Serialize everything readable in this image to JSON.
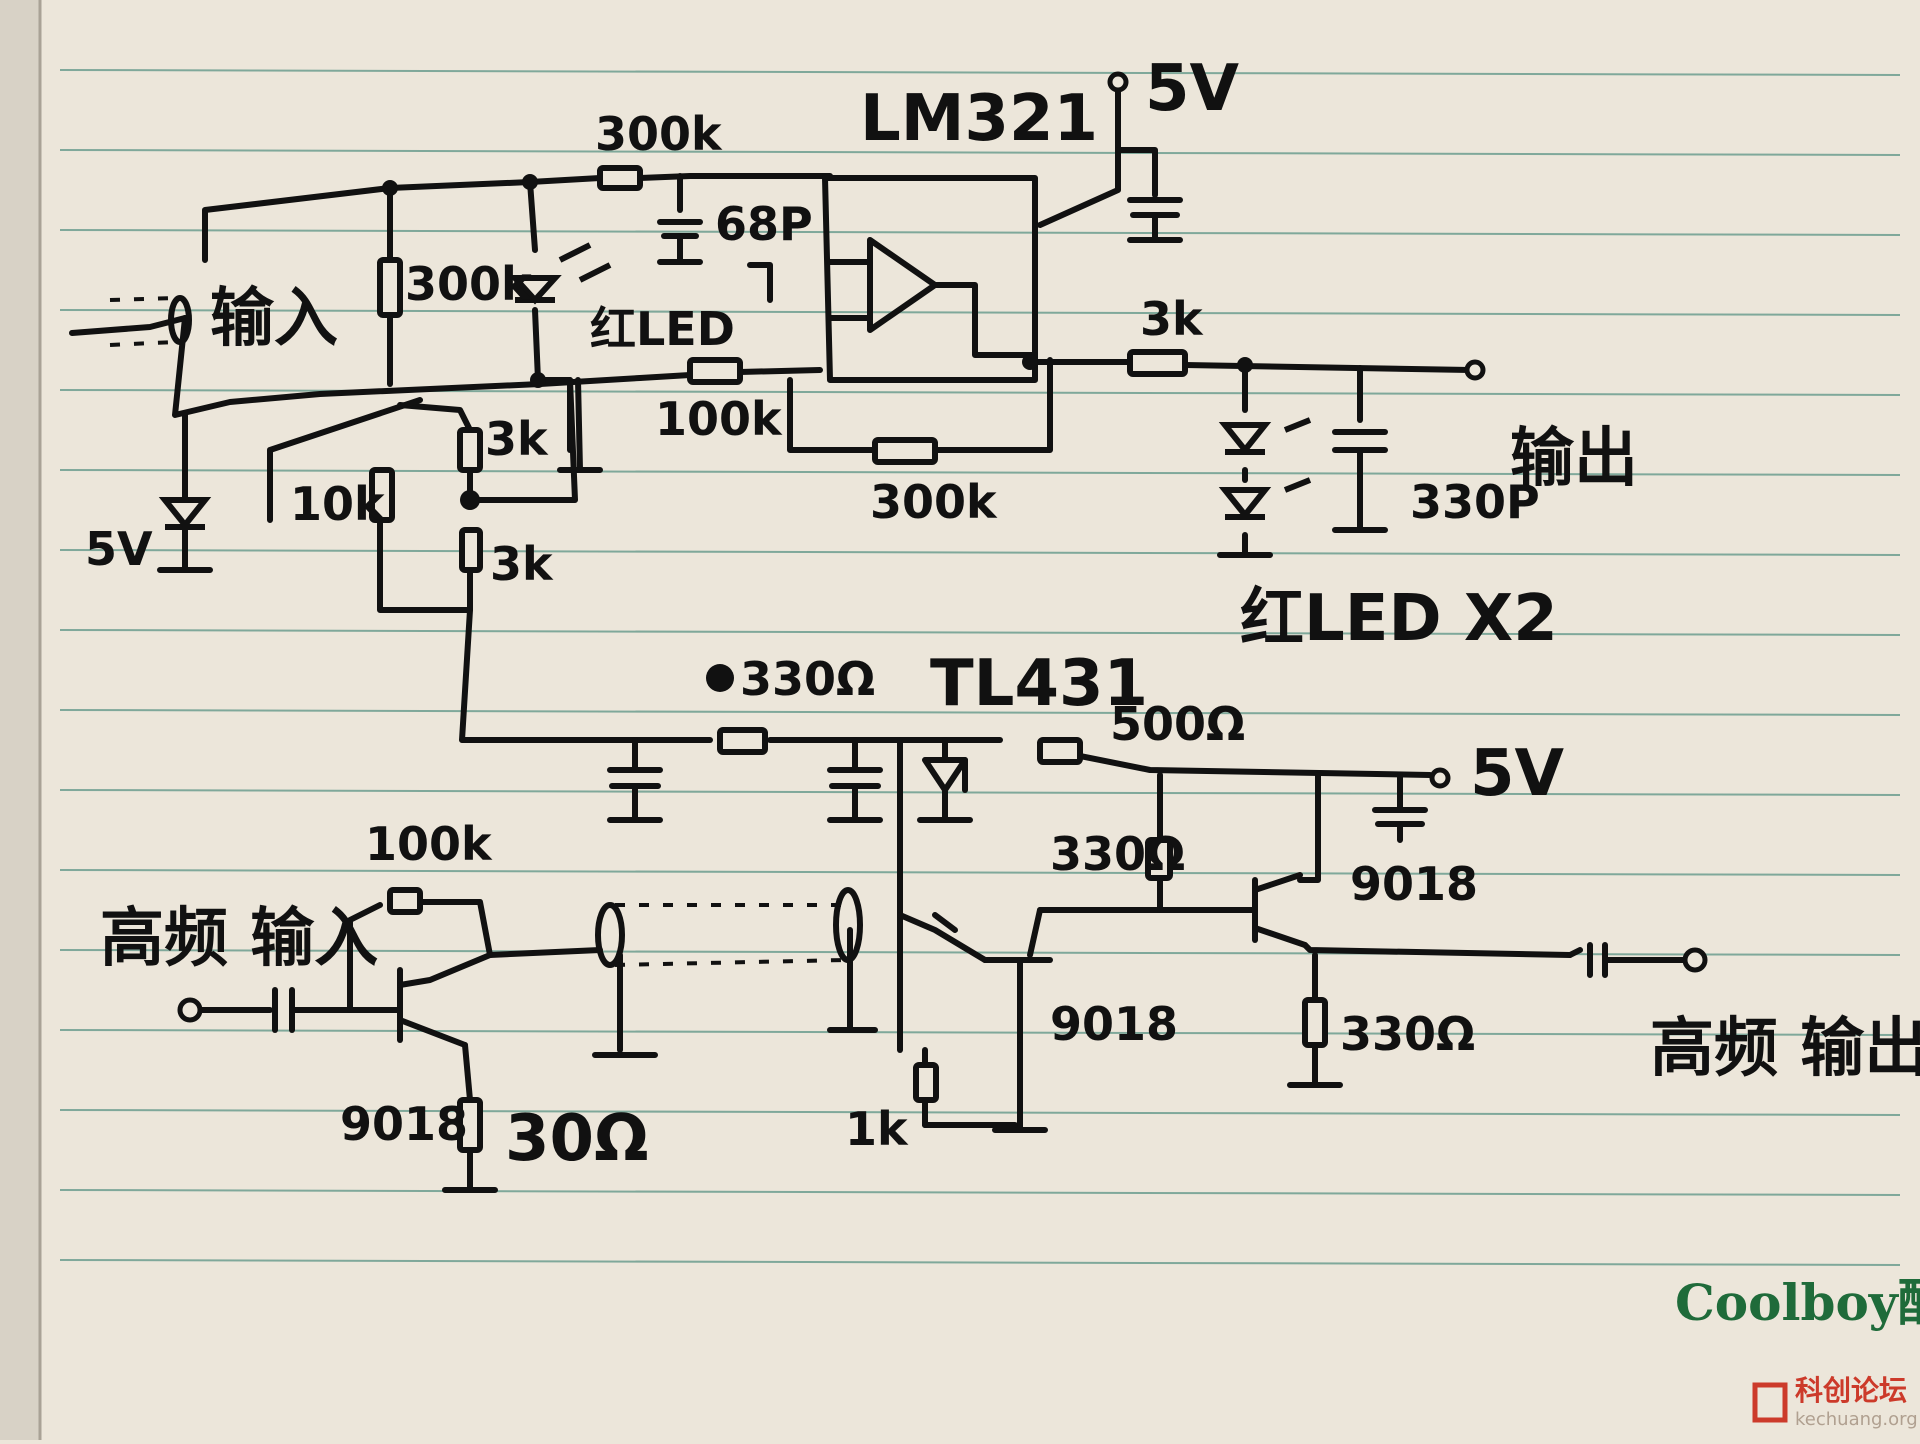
{
  "labels": {
    "r_300k_top": "300k",
    "opamp": "LM321",
    "vcc_top": "5V",
    "cap_68p": "68P",
    "r_300k_left": "300k",
    "input": "输入",
    "red_led": "红LED",
    "r_3k_out": "3k",
    "r_100k": "100k",
    "output": "输出",
    "r_300k_fb": "300k",
    "cap_330p": "330P",
    "red_led_x2": "红LED X2",
    "zener_5v": "5V",
    "pot_10k": "10k",
    "r_3k_a": "3k",
    "r_3k_b": "3k",
    "r_330_a": "330Ω",
    "tl431": "TL431",
    "r_500": "500Ω",
    "vcc_bottom": "5V",
    "r_100k_hf": "100k",
    "hf_input": "高频 输入",
    "r_330_b": "330Ω",
    "q_9018_right": "9018",
    "q_9018_mid": "9018",
    "q_9018_left": "9018",
    "r_30": "30Ω",
    "r_1k": "1k",
    "r_330_c": "330Ω",
    "hf_output": "高频 输出"
  },
  "brand": "Coolboy酷宝",
  "watermark": {
    "title": "科创论坛",
    "url": "kechuang.org"
  }
}
